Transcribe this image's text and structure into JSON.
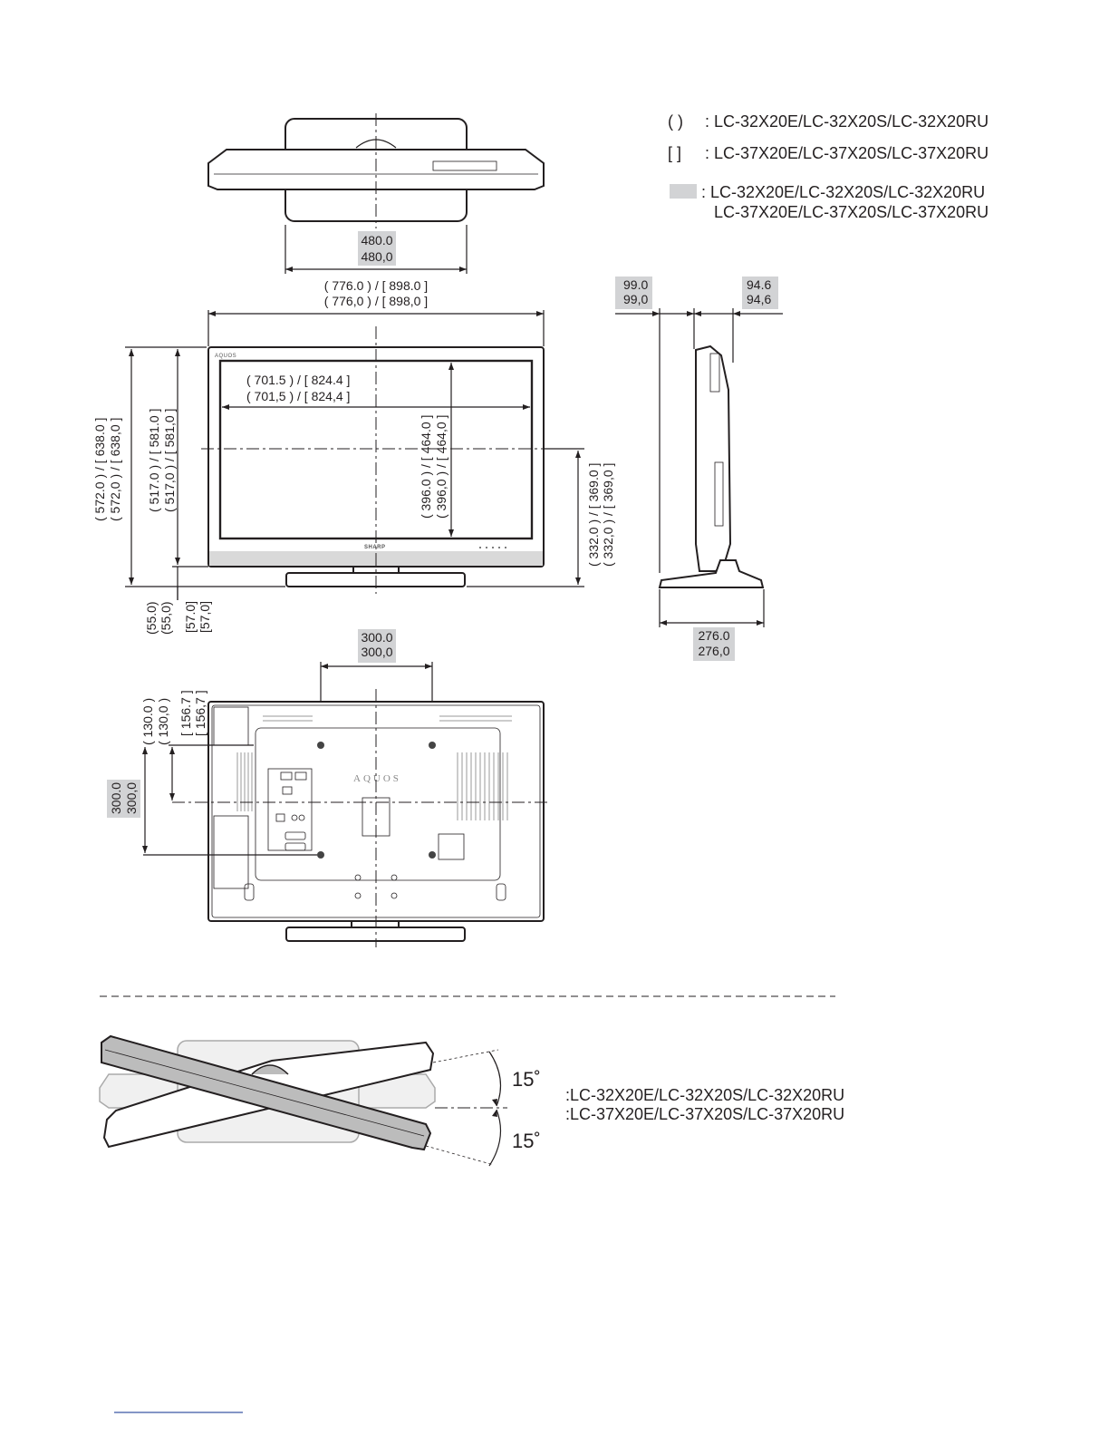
{
  "legend": {
    "paren_symbol": "(      )",
    "paren_models": ": LC-32X20E/LC-32X20S/LC-32X20RU",
    "bracket_symbol": "[      ]",
    "bracket_models": ": LC-37X20E/LC-37X20S/LC-37X20RU",
    "shade_models_1": ": LC-32X20E/LC-32X20S/LC-32X20RU",
    "shade_models_2": "LC-37X20E/LC-37X20S/LC-37X20RU",
    "shade_color": "#d2d3d5"
  },
  "dimensions": {
    "stand_width_a": "480.0",
    "stand_width_b": "480,0",
    "overall_width_a": "( 776.0 ) / [ 898.0 ]",
    "overall_width_b": "( 776,0 ) / [ 898,0 ]",
    "screen_width_a": "( 701.5 ) / [ 824.4 ]",
    "screen_width_b": "( 701,5 ) / [ 824,4 ]",
    "overall_height_a": "( 572.0 ) / [ 638.0 ]",
    "overall_height_b": "( 572,0 ) / [ 638,0 ]",
    "body_height_a": "( 517.0 ) / [ 581.0 ]",
    "body_height_b": "( 517,0 ) / [ 581,0 ]",
    "screen_height_a": "( 396.0 ) / [ 464.0 ]",
    "screen_height_b": "( 396,0 ) / [ 464,0 ]",
    "center_height_a": "( 332.0 ) / [ 369.0 ]",
    "center_height_b": "( 332,0 ) / [ 369,0 ]",
    "bottom_gap_32_a": "(55.0)",
    "bottom_gap_32_b": "(55,0)",
    "bottom_gap_37_a": "[57.0]",
    "bottom_gap_37_b": "[57,0]",
    "depth_top_a": "99.0",
    "depth_top_b": "99,0",
    "depth_body_a": "94.6",
    "depth_body_b": "94,6",
    "stand_depth_a": "276.0",
    "stand_depth_b": "276,0",
    "vesa_width_a": "300.0",
    "vesa_width_b": "300,0",
    "vesa_height_a": "300.0",
    "vesa_height_b": "300,0",
    "vesa_offset_32_a": "( 130.0 )",
    "vesa_offset_32_b": "( 130,0 )",
    "vesa_offset_37_a": "[ 156.7 ]",
    "vesa_offset_37_b": "[ 156,7 ]"
  },
  "labels": {
    "front_logo": "AQUOS",
    "front_brand": "SHARP",
    "rear_logo": "AQUOS"
  },
  "swivel": {
    "angle_top": "15˚",
    "angle_bottom": "15˚",
    "models_1": ":LC-32X20E/LC-32X20S/LC-32X20RU",
    "models_2": ":LC-37X20E/LC-37X20S/LC-37X20RU"
  }
}
